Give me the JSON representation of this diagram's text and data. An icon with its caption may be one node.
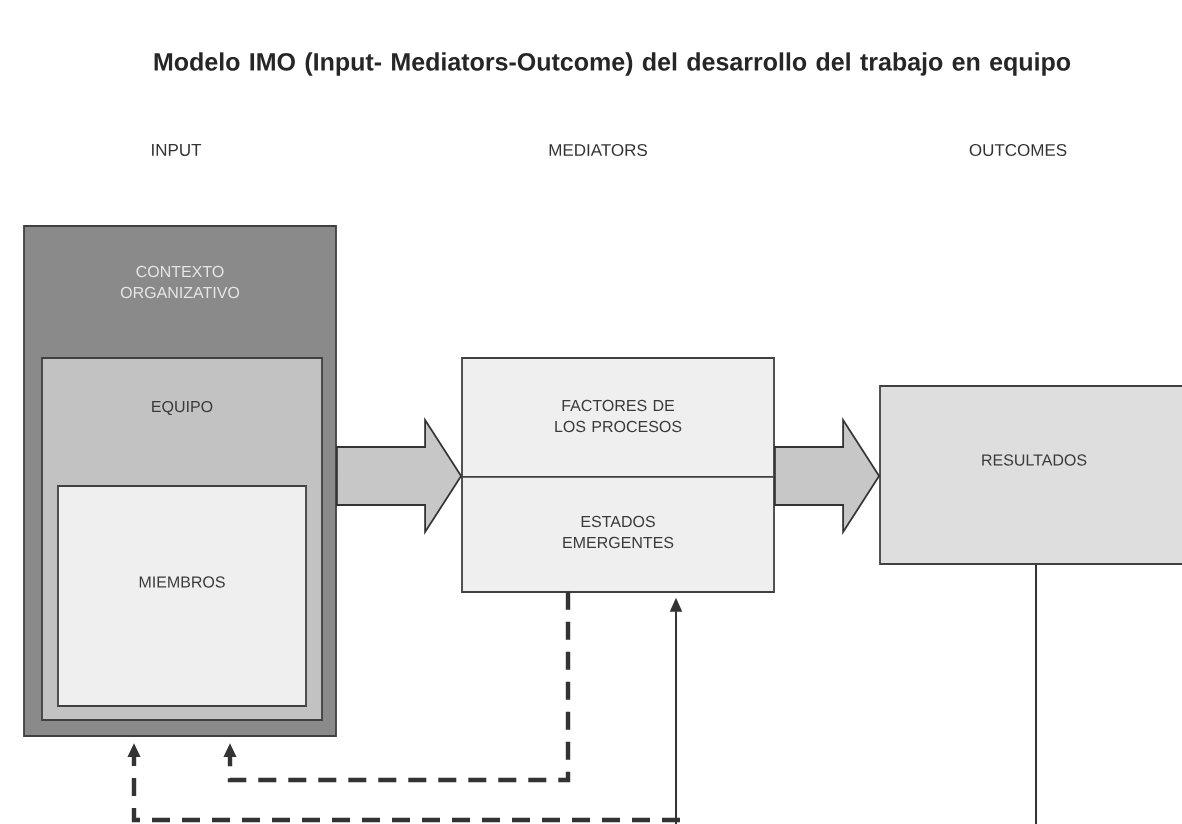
{
  "diagram": {
    "title": "Modelo IMO (Input- Mediators-Outcome) del desarrollo del trabajo en equipo",
    "nodes": [
      {
        "text": [
          "CONTEXTO ORGANIZATIVO"
        ]
      },
      {
        "text": [
          "EQUIPO"
        ],
        "in": 0
      },
      {
        "text": [
          "MIEMBROS"
        ],
        "in": 1
      },
      {
        "text": [],
        "shape": "box"
      },
      {
        "text": [
          "FACTORES DE LOS PROCESOS"
        ],
        "in": 3
      },
      {
        "text": [
          "ESTADOS EMERGENTES"
        ],
        "in": 3
      },
      {
        "text": [
          "RESULTADOS"
        ]
      }
    ],
    "edges": [
      {
        "from": 0,
        "to": 3,
        "arrow": "to",
        "style": "thick"
      },
      {
        "from": 3,
        "to": 6,
        "arrow": "to",
        "style": "thick"
      },
      {
        "from": 5,
        "to": 0,
        "arrow": "to",
        "style": "dashed"
      },
      {
        "from": null,
        "to": 0,
        "arrow": "to",
        "style": "dashed"
      },
      {
        "from": null,
        "to": 5,
        "arrow": "to"
      },
      {
        "from": 6,
        "to": null,
        "arrow": "none"
      }
    ],
    "labels": [
      "INPUT",
      "MEDIATORS",
      "OUTCOMES"
    ]
  }
}
